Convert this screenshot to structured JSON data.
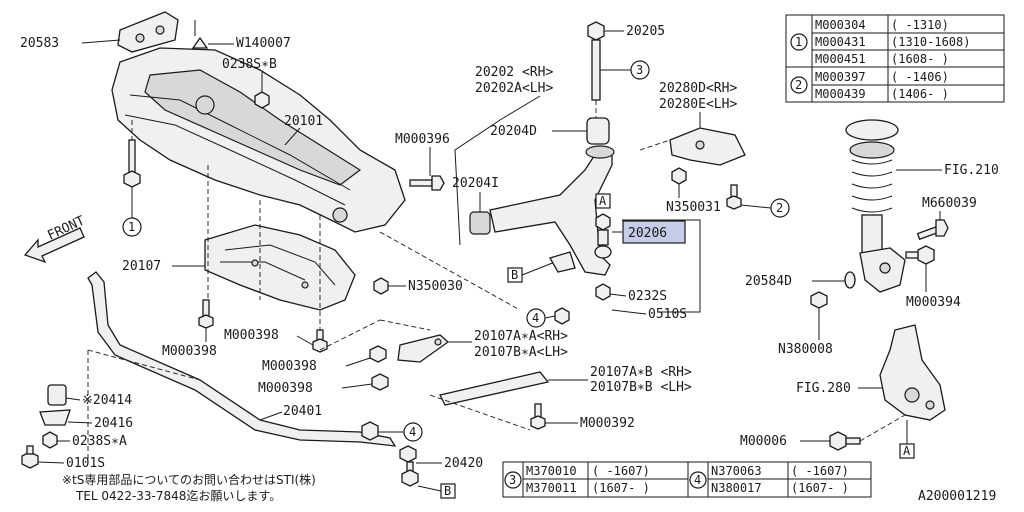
{
  "labels": {
    "p20583": "20583",
    "w140007": "W140007",
    "p0238sb": "0238S∗B",
    "p20101": "20101",
    "m000396": "M000396",
    "p20202": "20202 <RH>",
    "p20202a": "20202A<LH>",
    "p20205": "20205",
    "p20204d": "20204D",
    "p20204i": "20204I",
    "p20280d": "20280D<RH>",
    "p20280e": "20280E<LH>",
    "n350031": "N350031",
    "fig210": "FIG.210",
    "m660039": "M660039",
    "p20206": "20206",
    "p20107": "20107",
    "n350030": "N350030",
    "p0232s": "0232S",
    "p0510s": "0510S",
    "p20584d": "20584D",
    "m000394": "M000394",
    "n380008": "N380008",
    "m000398_a": "M000398",
    "m000398_b": "M000398",
    "m000398_c": "M000398",
    "m000398_d": "M000398",
    "p20107aa": "20107A∗A<RH>",
    "p20107ba": "20107B∗A<LH>",
    "p20107ab": "20107A∗B <RH>",
    "p20107bb": "20107B∗B <LH>",
    "fig280": "FIG.280",
    "m000392": "M000392",
    "m00006": "M00006",
    "p20414": "※20414",
    "p20416": "20416",
    "p0238sa": "0238S∗A",
    "p0101s": "0101S",
    "p20401": "20401",
    "p20420": "20420",
    "front": "FRONT",
    "ref_a": "A",
    "ref_b": "B",
    "circ1": "1",
    "circ2": "2",
    "circ3": "3",
    "circ4": "4",
    "diagram_id": "A200001219"
  },
  "note": {
    "line1": "※tS専用部品についてのお問い合わせはSTI(株)",
    "line2": "TEL 0422-33-7848迄お願いします。"
  },
  "table_top_right": {
    "groups": [
      {
        "marker": "1",
        "rows": [
          {
            "part": "M000304",
            "range": "(      -1310)"
          },
          {
            "part": "M000431",
            "range": "(1310-1608)"
          },
          {
            "part": "M000451",
            "range": "(1608-      )"
          }
        ]
      },
      {
        "marker": "2",
        "rows": [
          {
            "part": "M000397",
            "range": "(      -1406)"
          },
          {
            "part": "M000439",
            "range": "(1406-      )"
          }
        ]
      }
    ]
  },
  "table_bottom": {
    "groups": [
      {
        "marker": "3",
        "rows": [
          {
            "part": "M370010",
            "range": "( -1607)"
          },
          {
            "part": "M370011",
            "range": "(1607- )"
          }
        ]
      },
      {
        "marker": "4",
        "rows": [
          {
            "part": "N370063",
            "range": "( -1607)"
          },
          {
            "part": "N380017",
            "range": "(1607- )"
          }
        ]
      }
    ]
  },
  "colors": {
    "highlight": "#c5cde8",
    "ink": "#1a1a1a"
  }
}
